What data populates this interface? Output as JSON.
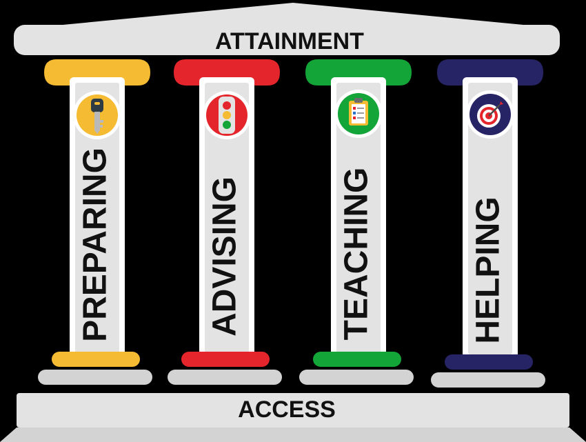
{
  "roof": {
    "label": "ATTAINMENT"
  },
  "base": {
    "label": "ACCESS"
  },
  "pillars": [
    {
      "label": "PREPARING",
      "icon": "key-icon",
      "color": "#F5BB33"
    },
    {
      "label": "ADVISING",
      "icon": "traffic-light-icon",
      "color": "#E4262C"
    },
    {
      "label": "TEACHING",
      "icon": "clipboard-checklist-icon",
      "color": "#13A538"
    },
    {
      "label": "HELPING",
      "icon": "target-icon",
      "color": "#272466"
    }
  ],
  "colors": {
    "stone": "#E3E3E3",
    "stone_shade": "#D3D3D3",
    "background": "#000000",
    "text": "#111111"
  }
}
